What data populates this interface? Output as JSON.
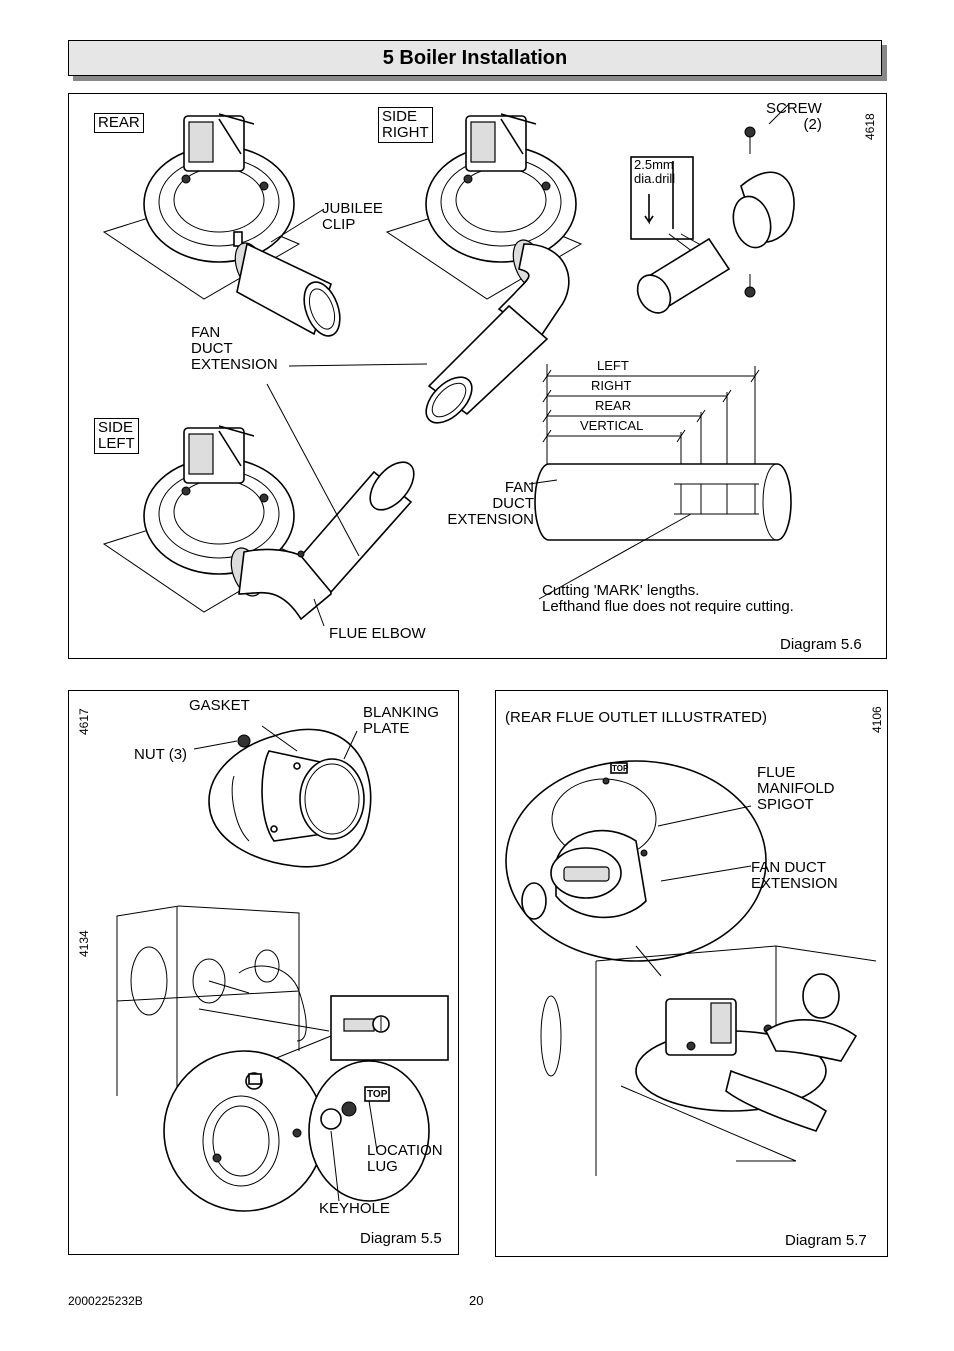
{
  "title": "5 Boiler Installation",
  "diagram_5_6": {
    "caption": "Diagram 5.6",
    "ref_number": "4618",
    "labels": {
      "rear": "REAR",
      "side_right": "SIDE\nRIGHT",
      "side_left": "SIDE\nLEFT",
      "jubilee_clip": "JUBILEE\nCLIP",
      "fan_duct_extension": "FAN\nDUCT\nEXTENSION",
      "fan_duct_extension_2": "FAN\nDUCT\nEXTENSION",
      "flue_elbow": "FLUE ELBOW",
      "screw": "SCREW\n(2)",
      "drill": "2.5mm\ndia.drill",
      "left": "LEFT",
      "right": "RIGHT",
      "rear_dim": "REAR",
      "vertical": "VERTICAL",
      "cutting_note": "Cutting 'MARK' lengths.\nLefthand flue does not require cutting."
    }
  },
  "diagram_5_5": {
    "caption": "Diagram 5.5",
    "ref_number_top": "4617",
    "ref_number_mid": "4134",
    "labels": {
      "gasket": "GASKET",
      "blanking_plate": "BLANKING\nPLATE",
      "nut": "NUT (3)",
      "location_lug": "LOCATION\nLUG",
      "keyhole": "KEYHOLE",
      "top_tag": "TOP"
    }
  },
  "diagram_5_7": {
    "caption": "Diagram 5.7",
    "ref_number": "4106",
    "labels": {
      "rear_outlet": "(REAR FLUE OUTLET ILLUSTRATED)",
      "flue_manifold_spigot": "FLUE\nMANIFOLD\nSPIGOT",
      "fan_duct_extension": "FAN DUCT\nEXTENSION",
      "top_tag": "TOP"
    }
  },
  "footer": {
    "doc_number": "2000225232B",
    "page_number": "20"
  }
}
